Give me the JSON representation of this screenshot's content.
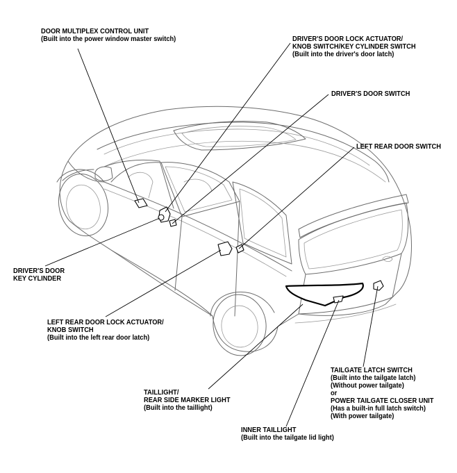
{
  "callouts": {
    "door_multiplex_control_unit": {
      "line1": "DOOR MULTIPLEX CONTROL UNIT",
      "line2": "(Built into the power window master switch)"
    },
    "drivers_door_lock_actuator": {
      "line1": "DRIVER'S DOOR LOCK ACTUATOR/",
      "line2": "KNOB SWITCH/KEY CYLINDER SWITCH",
      "line3": "(Built into the driver's door latch)"
    },
    "drivers_door_switch": {
      "line1": "DRIVER'S DOOR SWITCH"
    },
    "left_rear_door_switch": {
      "line1": "LEFT REAR DOOR SWITCH"
    },
    "drivers_door_key_cylinder": {
      "line1": "DRIVER'S DOOR",
      "line2": "KEY CYLINDER"
    },
    "left_rear_door_lock_actuator": {
      "line1": "LEFT REAR DOOR LOCK ACTUATOR/",
      "line2": "KNOB SWITCH",
      "line3": "(Built into the left rear door latch)"
    },
    "taillight": {
      "line1": "TAILLIGHT/",
      "line2": "REAR SIDE MARKER LIGHT",
      "line3": "(Built into the taillight)"
    },
    "inner_taillight": {
      "line1": "INNER TAILLIGHT",
      "line2": "(Built into the tailgate lid light)"
    },
    "tailgate_latch_switch": {
      "line1": "TAILGATE LATCH SWITCH",
      "line2": "(Built into the tailgate latch)",
      "line3": "(Without power tailgate)",
      "line4": "or",
      "line5": "POWER TAILGATE CLOSER UNIT",
      "line6": "(Has a built-in full latch switch)",
      "line7": "(With power tailgate)"
    }
  }
}
